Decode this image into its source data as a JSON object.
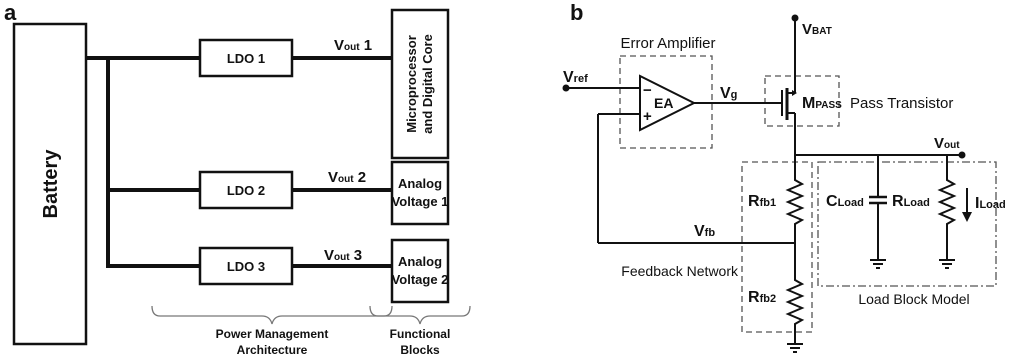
{
  "panel_a": {
    "letter": "a",
    "battery": "Battery",
    "ldo1": "LDO 1",
    "ldo2": "LDO 2",
    "ldo3": "LDO 3",
    "vout1": {
      "main": "V",
      "sub": "out",
      "suffix": " 1"
    },
    "vout2": {
      "main": "V",
      "sub": "out",
      "suffix": " 2"
    },
    "vout3": {
      "main": "V",
      "sub": "out",
      "suffix": " 3"
    },
    "micro_line1": "Microprocessor",
    "micro_line2": "and Digital Core",
    "analog1_line1": "Analog",
    "analog1_line2": "Voltage 1",
    "analog2_line1": "Analog",
    "analog2_line2": "Voltage 2",
    "pma_line1": "Power Management",
    "pma_line2": "Architecture",
    "fb_line1": "Functional",
    "fb_line2": "Blocks"
  },
  "panel_b": {
    "letter": "b",
    "error_amplifier": "Error Amplifier",
    "ea": "EA",
    "minus": "−",
    "plus": "+",
    "vbat": {
      "main": "V",
      "sub": "BAT"
    },
    "vref": {
      "main": "V",
      "sub": "ref"
    },
    "vg": {
      "main": "V",
      "sub": "g"
    },
    "mpass": {
      "main": "M",
      "sub": "PASS"
    },
    "pass_transistor": "Pass Transistor",
    "vout": {
      "main": "V",
      "sub": "out"
    },
    "rfb1": {
      "main": "R",
      "sub": "fb1"
    },
    "rfb2": {
      "main": "R",
      "sub": "fb2"
    },
    "vfb": {
      "main": "V",
      "sub": "fb"
    },
    "cload": {
      "main": "C",
      "sub": "Load"
    },
    "rload": {
      "main": "R",
      "sub": "Load"
    },
    "iload": {
      "main": "I",
      "sub": "Load"
    },
    "feedback_network": "Feedback Network",
    "load_block_model": "Load Block Model"
  }
}
